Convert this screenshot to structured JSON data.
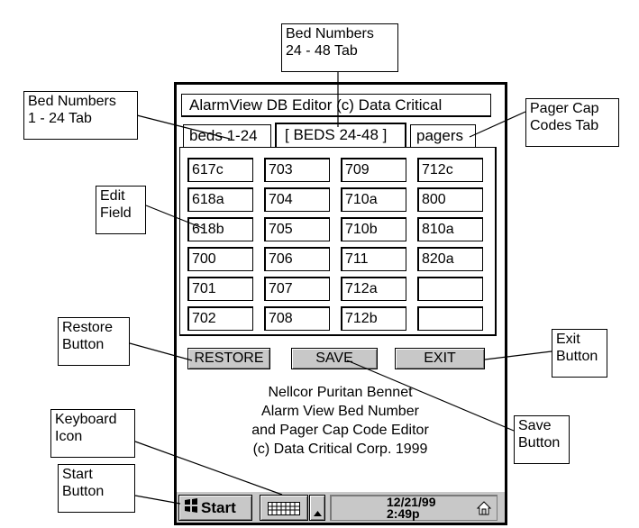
{
  "app": {
    "title": "AlarmView DB Editor (c) Data Critical",
    "tabs": [
      "beds 1-24",
      "[ BEDS 24-48 ]",
      "pagers"
    ],
    "grid": [
      [
        "617c",
        "703",
        "709",
        "712c"
      ],
      [
        "618a",
        "704",
        "710a",
        "800"
      ],
      [
        "618b",
        "705",
        "710b",
        "810a"
      ],
      [
        "700",
        "706",
        "711",
        "820a"
      ],
      [
        "701",
        "707",
        "712a",
        ""
      ],
      [
        "702",
        "708",
        "712b",
        ""
      ]
    ],
    "buttons": {
      "restore": "RESTORE",
      "save": "SAVE",
      "exit": "EXIT"
    },
    "info_lines": [
      "Nellcor Puritan Bennet",
      "Alarm View Bed Number",
      "and  Pager Cap Code Editor",
      "(c) Data Critical Corp. 1999"
    ]
  },
  "taskbar": {
    "start_label": "Start",
    "date": "12/21/99",
    "time": "2:49p"
  },
  "callouts": {
    "bed_24_48": "Bed Numbers\n24 - 48 Tab",
    "bed_1_24": "Bed Numbers\n1 - 24 Tab",
    "pager": "Pager Cap\nCodes Tab",
    "edit_field": "Edit\nField",
    "restore": "Restore\nButton",
    "exit": "Exit\nButton",
    "save": "Save\nButton",
    "keyboard": "Keyboard\nIcon",
    "start": "Start\nButton"
  }
}
